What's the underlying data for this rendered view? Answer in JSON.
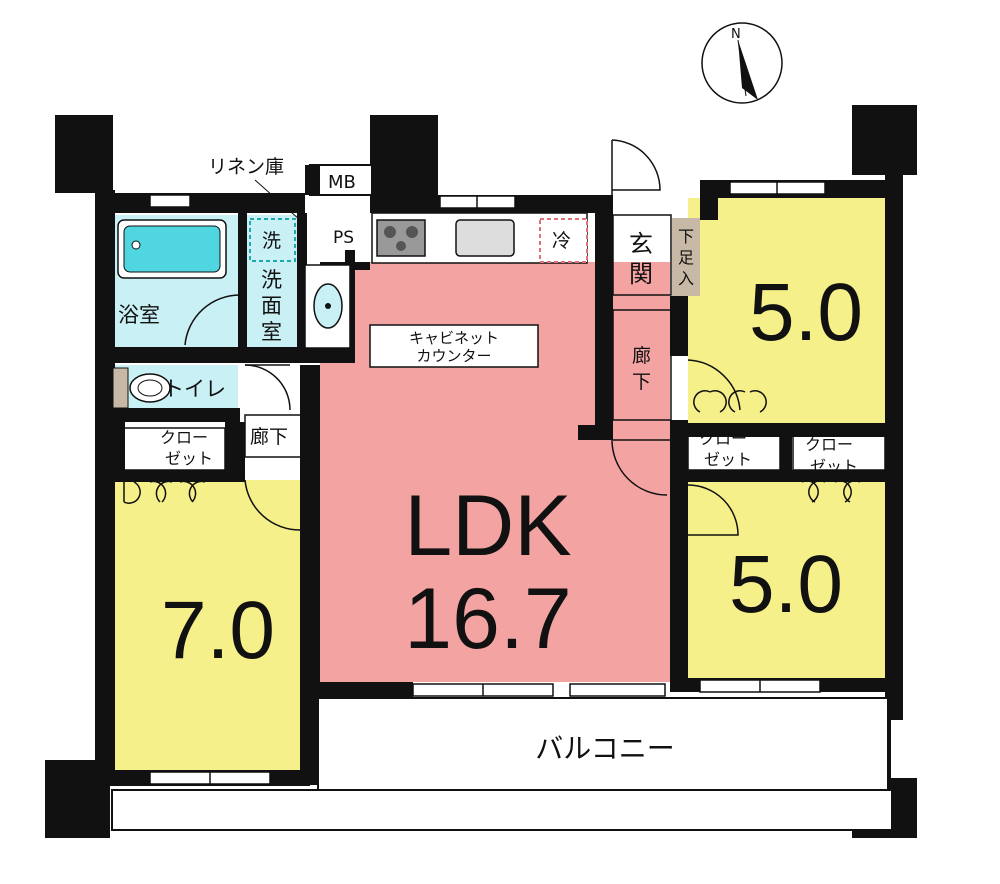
{
  "compass": {
    "label": "N"
  },
  "rooms": {
    "ldk": {
      "name": "LDK",
      "size": "16.7",
      "color": "#f4a3a3"
    },
    "bedroom_west": {
      "size": "7.0",
      "color": "#f6f08a"
    },
    "bedroom_ne": {
      "size": "5.0",
      "color": "#f6f08a"
    },
    "bedroom_se": {
      "size": "5.0",
      "color": "#f6f08a"
    },
    "bathroom": {
      "label": "浴室",
      "color": "#c9f0f4"
    },
    "washroom": {
      "label_lines": [
        "洗",
        "面",
        "室"
      ],
      "color": "#c9f0f4"
    },
    "toilet": {
      "label": "トイレ",
      "color": "#c9f0f4"
    },
    "entrance": {
      "label_lines": [
        "玄",
        "関"
      ]
    },
    "shoe_storage": {
      "label_lines": [
        "下",
        "足",
        "入"
      ],
      "color": "#c8b9a6"
    },
    "corridor_east": {
      "label_lines": [
        "廊",
        "下"
      ]
    },
    "corridor_west": {
      "label": "廊下"
    },
    "balcony": {
      "label": "バルコニー"
    }
  },
  "fixtures": {
    "linen": "リネン庫",
    "mb": "MB",
    "ps_top": "PS",
    "ps_left": "PS",
    "washer": "洗",
    "fridge": "冷",
    "cabinet_lines": [
      "キャビネット",
      "カウンター"
    ]
  },
  "closets": {
    "west": [
      "クロー",
      "ゼット"
    ],
    "center": [
      "クロー",
      "ゼット"
    ],
    "east": [
      "クロー",
      "ゼット"
    ]
  }
}
